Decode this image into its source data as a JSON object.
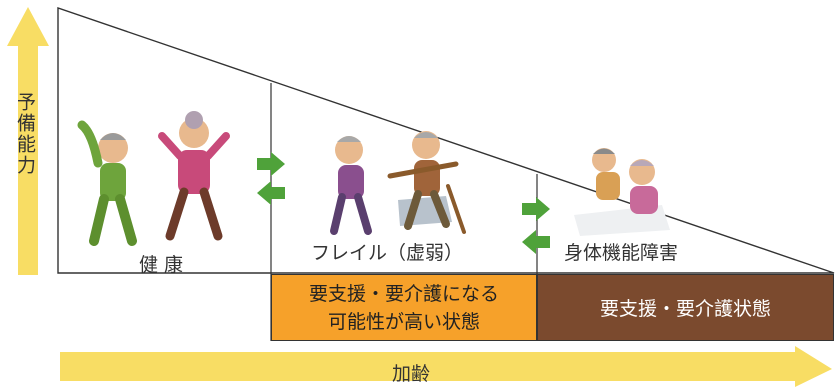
{
  "axis": {
    "vertical_label": "予備能力",
    "horizontal_label": "加齢"
  },
  "stages": {
    "healthy": "健 康",
    "frailty": "フレイル（虚弱）",
    "disability": "身体機能障害"
  },
  "boxes": {
    "care_possible_line1": "要支援・要介護になる",
    "care_possible_line2": "可能性が高い状態",
    "care_state": "要支援・要介護状態"
  },
  "colors": {
    "arrow_fill": "#f8dd64",
    "green_arrow": "#4fa23a",
    "orange_box": "#f6a12a",
    "brown_box": "#7b4a2e"
  }
}
